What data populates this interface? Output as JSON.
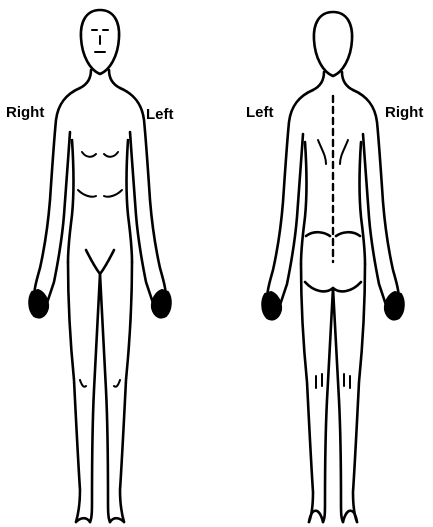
{
  "front_view": {
    "right_label": "Right",
    "left_label": "Left"
  },
  "back_view": {
    "left_label": "Left",
    "right_label": "Right"
  }
}
